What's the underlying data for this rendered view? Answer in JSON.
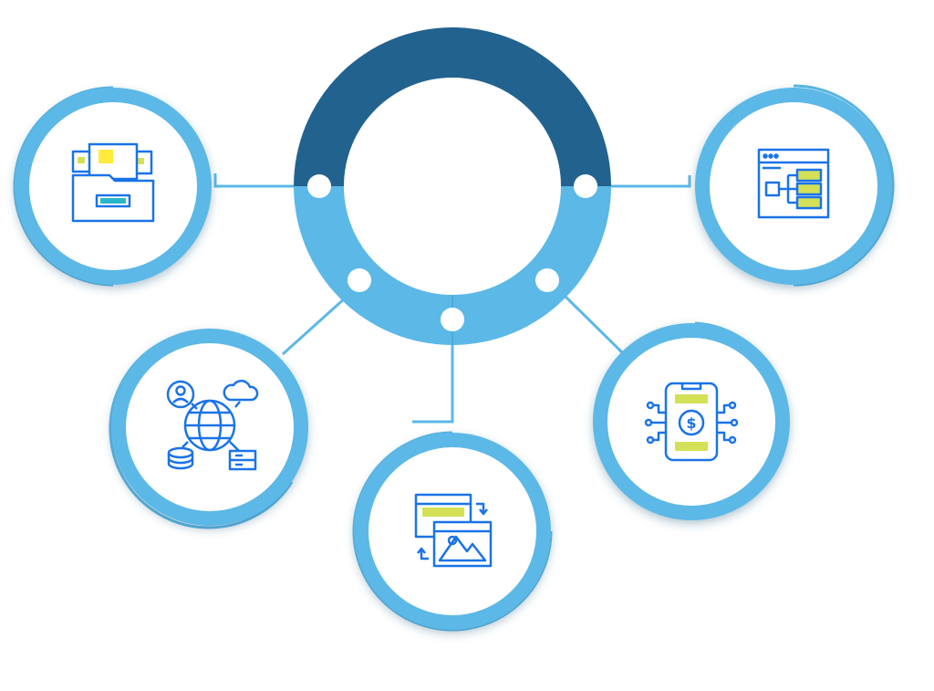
{
  "colors": {
    "dark_blue": "#22628f",
    "light_blue": "#5cb8e6",
    "icon_blue": "#1a73e8",
    "icon_accent": "#d4e157",
    "icon_accent_box": "#ffeb3b",
    "background": "#ffffff"
  },
  "hub": {
    "top_half_color": "dark_blue",
    "bottom_half_color": "light_blue"
  },
  "nodes": [
    {
      "id": "top-left",
      "icon": "documents-folder-icon"
    },
    {
      "id": "top-right",
      "icon": "flowchart-window-icon"
    },
    {
      "id": "mid-left",
      "icon": "global-network-icon"
    },
    {
      "id": "bottom-center",
      "icon": "image-conversion-icon"
    },
    {
      "id": "mid-right",
      "icon": "mobile-payment-icon"
    }
  ]
}
